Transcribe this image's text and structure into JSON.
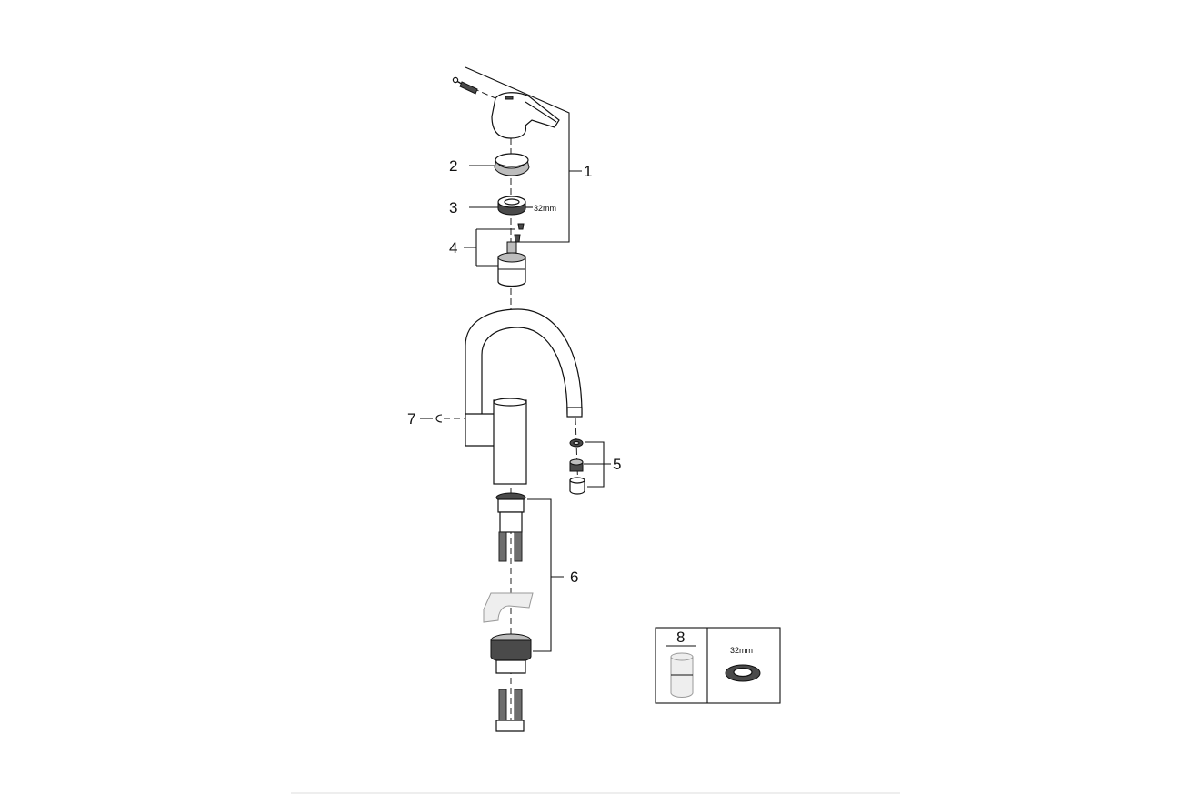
{
  "callouts": {
    "c1": "1",
    "c2": "2",
    "c3": "3",
    "c4": "4",
    "c5": "5",
    "c6": "6",
    "c7": "7",
    "c8": "8"
  },
  "dimensions": {
    "nut_size_main": "32mm",
    "nut_size_kit": "32mm"
  },
  "colors": {
    "line": "#111111",
    "shade": "#bdbdbd",
    "hose": "#6e6e6e",
    "footer_rule": "#dddddd"
  }
}
